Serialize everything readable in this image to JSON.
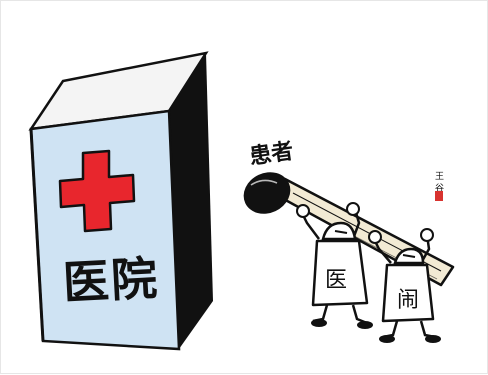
{
  "cartoon": {
    "matchbox_label": "医院",
    "patient_label": "患者",
    "worker1_label": "医",
    "worker2_label": "闹",
    "artist_signature": "王 谷",
    "colors": {
      "box_face": "#cfe3f3",
      "box_side": "#111111",
      "red_cross": "#e8262d",
      "matchstick": "#f2ead4",
      "match_head": "#111111",
      "ink": "#111111",
      "stamp": "#d8332f"
    },
    "icons": {
      "cross": "red-cross-icon"
    }
  }
}
